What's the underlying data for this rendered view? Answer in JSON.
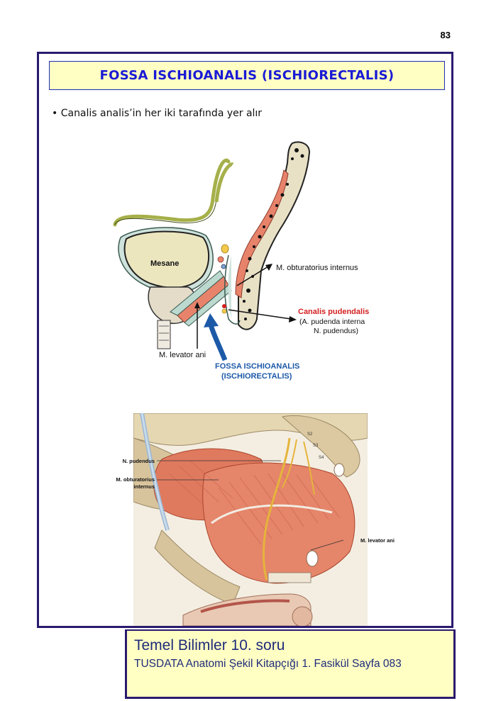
{
  "page_number": "83",
  "title": "FOSSA ISCHIOANALIS (ISCHIORECTALIS)",
  "bullet": "• Canalis analis’in her iki tarafında yer alır",
  "diagram1": {
    "mesane": "Mesane",
    "obturatorius": "M. obturatorius internus",
    "canalis_pudendalis": "Canalis pudendalis",
    "pudenda_interna": "(A. pudenda interna",
    "pudendus": "N. pudendus)",
    "levator_ani": "M. levator ani",
    "fossa_line1": "FOSSA ISCHIOANALIS",
    "fossa_line2": "(ISCHIORECTALIS)"
  },
  "diagram2": {
    "n_pudendus": "N. pudendus",
    "obturatorius_line1": "M. obturatorius",
    "obturatorius_line2": "internus",
    "levator_ani": "M. levator ani",
    "s2": "S2",
    "s3": "S3",
    "s4": "S4"
  },
  "footer": {
    "title": "Temel Bilimler 10. soru",
    "subtitle": "TUSDATA Anatomi Şekil Kitapçığı 1. Fasikül Sayfa 083"
  },
  "colors": {
    "frame": "#2a1a6e",
    "title_text": "#1a1ad6",
    "highlight_bg": "#ffffc4",
    "red_label": "#d42020",
    "blue_label": "#1c5aa8",
    "muscle": "#e8836b",
    "bone": "#e9e1c6"
  }
}
